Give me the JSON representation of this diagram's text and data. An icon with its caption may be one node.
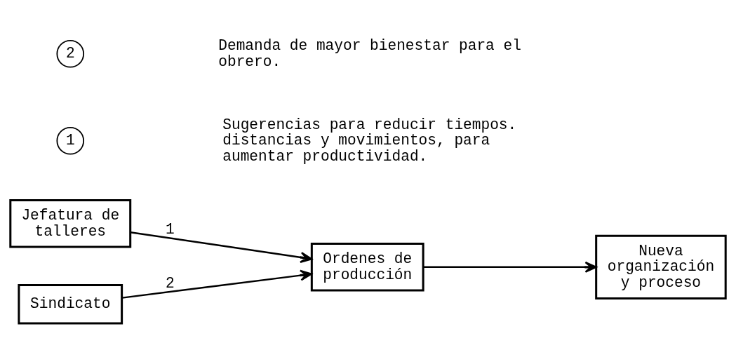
{
  "diagram": {
    "nodes": [
      {
        "text": [
          "Jefatura de talleres"
        ]
      },
      {
        "text": [
          "Sindicato"
        ]
      },
      {
        "text": [
          "Ordenes de producción"
        ]
      },
      {
        "text": [
          "Nueva organización y proceso"
        ]
      }
    ],
    "edges": [
      {
        "from": 0,
        "to": 2,
        "arrow": "to",
        "label": "1"
      },
      {
        "from": 1,
        "to": 2,
        "arrow": "to",
        "label": "2"
      },
      {
        "from": 2,
        "to": 3,
        "arrow": "to"
      }
    ],
    "labels": [
      "1",
      "Sugerencias para reducir tiempos. distancias y movimientos, para aumentar productividad.",
      "2",
      "Demanda de mayor bienestar para el obrero."
    ]
  }
}
